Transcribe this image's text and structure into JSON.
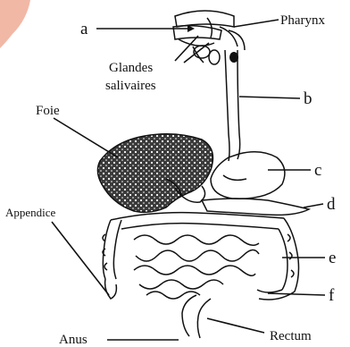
{
  "labels": {
    "a": "a",
    "pharynx": "Pharynx",
    "glandes_line1": "Glandes",
    "glandes_line2": "salivaires",
    "b": "b",
    "foie": "Foie",
    "c": "c",
    "d": "d",
    "appendice": "Appendice",
    "e": "e",
    "f": "f",
    "anus": "Anus",
    "rectum": "Rectum"
  },
  "colors": {
    "ink": "#111111",
    "liver_fill": "#2a2a2a",
    "corner_accent": "#f2b8a6"
  }
}
